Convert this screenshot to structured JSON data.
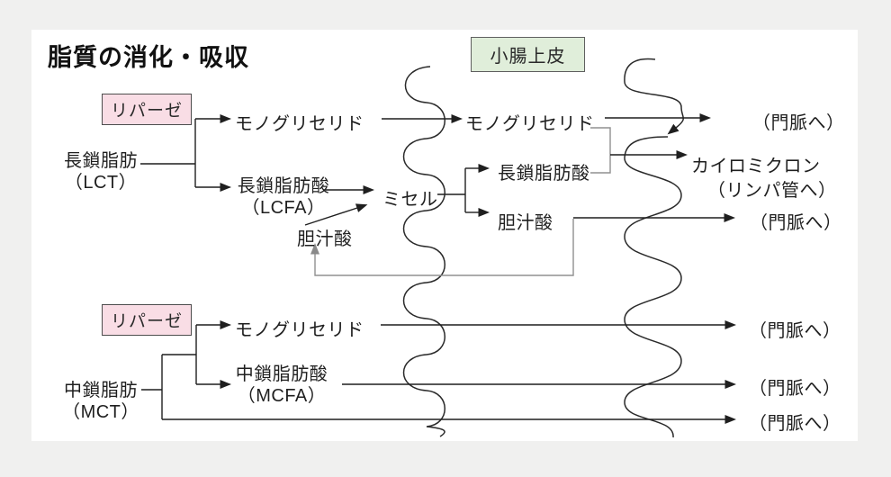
{
  "title": "脂質の消化・吸収",
  "legend_boxes": {
    "lipase_top": {
      "label": "リパーゼ"
    },
    "lipase_bottom": {
      "label": "リパーゼ"
    },
    "epithelium": {
      "label": "小腸上皮"
    }
  },
  "lct_pathway": {
    "substrate": "長鎖脂肪",
    "substrate_abbr": "（LCT）",
    "monoglyceride": "モノグリセリド",
    "fatty_acid": "長鎖脂肪酸",
    "fatty_acid_abbr": "（LCFA）",
    "bile_acid": "胆汁酸",
    "micelle": "ミセル"
  },
  "epithelium_contents": {
    "monoglyceride": "モノグリセリド",
    "fatty_acid": "長鎖脂肪酸",
    "bile_acid": "胆汁酸"
  },
  "mct_pathway": {
    "substrate": "中鎖脂肪",
    "substrate_abbr": "（MCT）",
    "monoglyceride": "モノグリセリド",
    "fatty_acid": "中鎖脂肪酸",
    "fatty_acid_abbr": "（MCFA）"
  },
  "outputs": {
    "chylomicron": "カイロミクロン",
    "to_lymph": "（リンパ管へ）",
    "to_portal_1": "（門脈へ）",
    "to_portal_2": "（門脈へ）",
    "to_portal_3": "（門脈へ）",
    "to_portal_4": "（門脈へ）",
    "to_portal_5": "（門脈へ）"
  },
  "colors": {
    "background": "#f0f0ef",
    "panel": "#ffffff",
    "line": "#1f1f1f",
    "recycle_gray": "#909090",
    "lipase_fill": "#f9dde5",
    "lipase_border": "#4d4d4d",
    "epithelium_fill": "#e0eeda",
    "epithelium_border": "#5f5f5f"
  }
}
